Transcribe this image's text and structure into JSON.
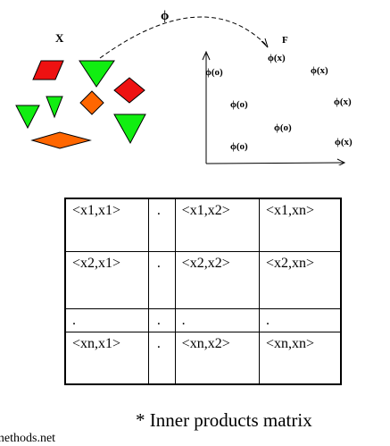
{
  "diagram": {
    "phi_label": "ϕ",
    "input_space_label": "X",
    "feature_space_label": "F",
    "mapped_o": "ϕ(o)",
    "mapped_x": "ϕ(x)",
    "colors": {
      "red": "#ee1111",
      "green": "#11ee11",
      "orange": "#ff6600",
      "background": "#ffffff"
    }
  },
  "matrix": {
    "rows": [
      [
        "<x1,x1>",
        ".",
        "<x1,x2>",
        "<x1,xn>"
      ],
      [
        "<x2,x1>",
        ".",
        "<x2,x2>",
        "<x2,xn>"
      ],
      [
        ".",
        ".",
        ".",
        "."
      ],
      [
        "<xn,x1>",
        ".",
        "<xn,x2>",
        "<xn,xn>"
      ]
    ]
  },
  "caption": "* Inner products matrix",
  "source": "methods.net"
}
